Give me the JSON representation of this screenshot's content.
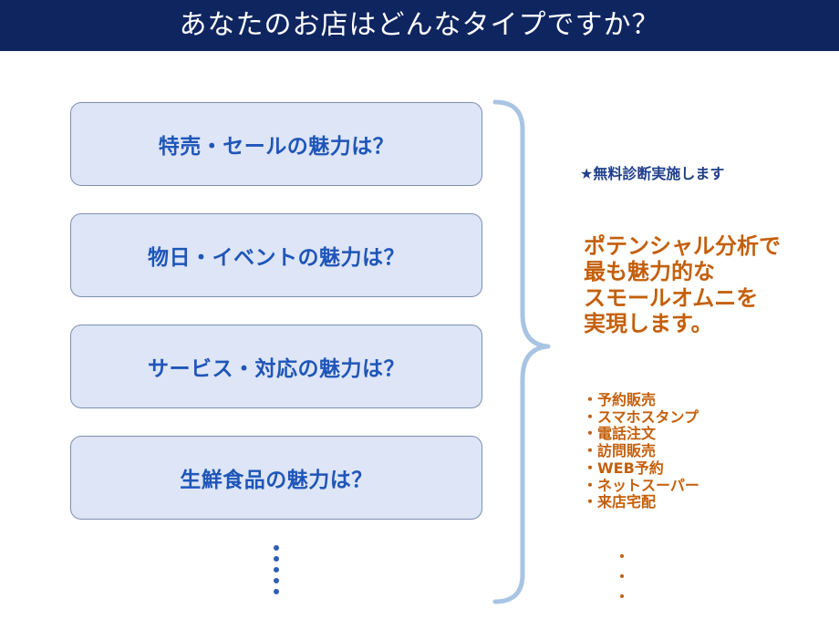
{
  "title": "あなたのお店はどんなタイプですか？",
  "options": [
    {
      "label": "特売・セールの魅力は？"
    },
    {
      "label": "物日・イベントの魅力は？"
    },
    {
      "label": "サービス・対応の魅力は？"
    },
    {
      "label": "生鮮食品の魅力は？"
    }
  ],
  "note": "★無料診断実施します",
  "headline_lines": [
    "ポテンシャル分析で",
    "最も魅力的な",
    "スモールオムニを",
    "実現します。"
  ],
  "services": [
    "・予約販売",
    "・スマホスタンプ",
    "・電話注文",
    "・訪問販売",
    "・WEB予約",
    "・ネットスーパー",
    "・来店宅配"
  ],
  "colors": {
    "title_bar": "#0f2560",
    "option_fill": "#dde5f6",
    "option_border": "#7d8fb0",
    "option_text": "#1f56b8",
    "accent": "#c45f0b",
    "brace": "#a9c4e3",
    "note_text": "#1f3f8a"
  }
}
